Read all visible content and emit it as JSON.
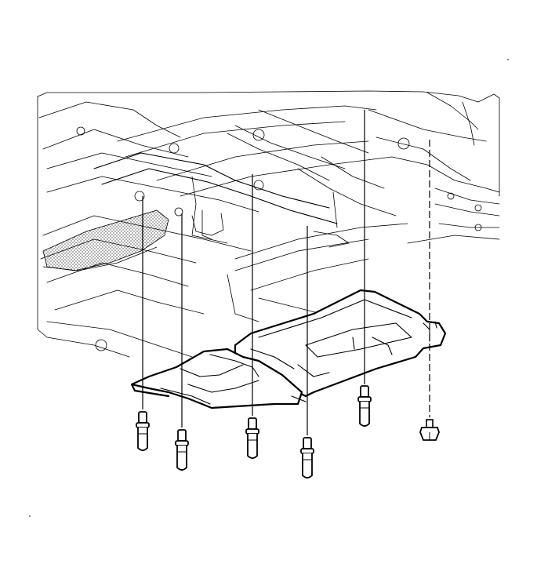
{
  "diagram": {
    "kind": "exploded-assembly",
    "background": "#ffffff",
    "line_color": "#000000",
    "fasteners": [
      {
        "name": "push-pin-fastener-1",
        "type": "push-pin"
      },
      {
        "name": "push-pin-fastener-2",
        "type": "push-pin"
      },
      {
        "name": "push-pin-fastener-3",
        "type": "push-pin"
      },
      {
        "name": "push-pin-fastener-4",
        "type": "push-pin"
      },
      {
        "name": "push-pin-fastener-5",
        "type": "push-pin"
      },
      {
        "name": "hex-bolt-fastener",
        "type": "flange-bolt"
      }
    ]
  }
}
